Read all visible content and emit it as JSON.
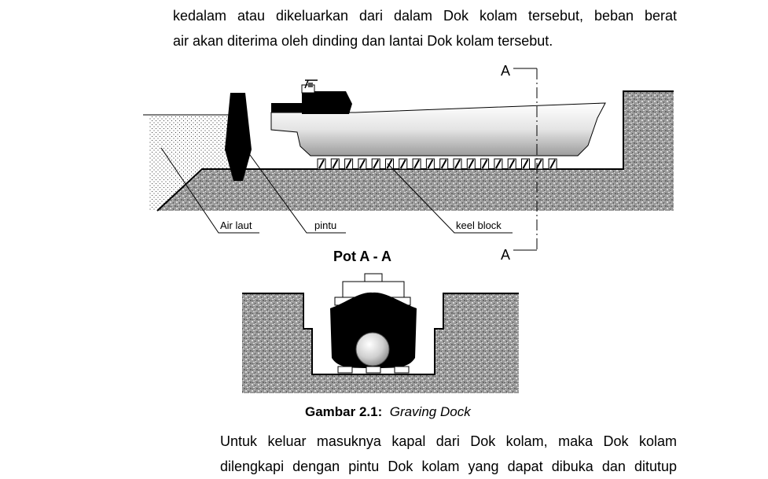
{
  "text": {
    "line1": "kedalam atau dikeluarkan dari dalam Dok kolam tersebut, beban berat",
    "line2": "air akan diterima oleh dinding dan lantai Dok kolam tersebut.",
    "line3": "Untuk keluar masuknya kapal dari Dok kolam, maka Dok kolam",
    "line4": "dilengkapi dengan pintu Dok kolam yang dapat dibuka dan ditutup"
  },
  "figure": {
    "section_marker": "A",
    "labels": {
      "sea_water": "Air laut",
      "gate": "pintu",
      "keel_block": "keel block"
    },
    "section_title": "Pot  A - A",
    "caption_number": "Gambar 2.1:",
    "caption_title": "Graving Dock"
  }
}
